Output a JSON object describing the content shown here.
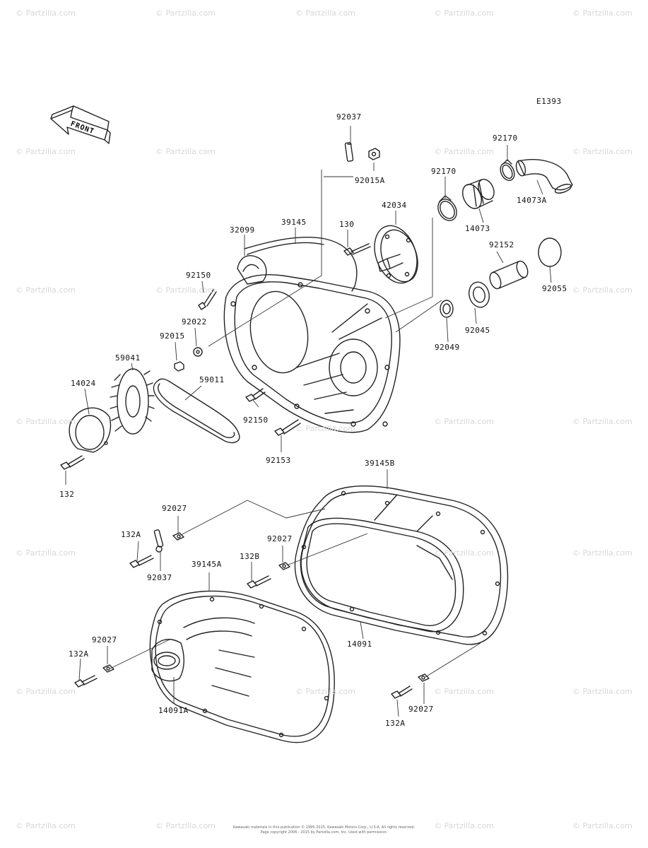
{
  "diagram_code": "E1393",
  "direction_label": "FRONT",
  "watermark": "© Partzilla.com",
  "footer": {
    "line1": "Kawasaki materials in this publication © 1995-2015, Kawasaki Motors Corp., U.S.A. All rights reserved.",
    "line2": "Page copyright 2006 - 2015 by Partzilla.com, Inc. Used with permission."
  },
  "parts": [
    "92037",
    "92015A",
    "92170",
    "14073A",
    "42034",
    "14073",
    "92170",
    "32099",
    "39145",
    "130",
    "92152",
    "92055",
    "92150",
    "92022",
    "92015",
    "92045",
    "92049",
    "59041",
    "59011",
    "14024",
    "92150",
    "92153",
    "132",
    "39145B",
    "92027",
    "132A",
    "92027",
    "132B",
    "92037",
    "39145A",
    "92027",
    "14091",
    "132A",
    "14091A",
    "92027",
    "132A"
  ]
}
